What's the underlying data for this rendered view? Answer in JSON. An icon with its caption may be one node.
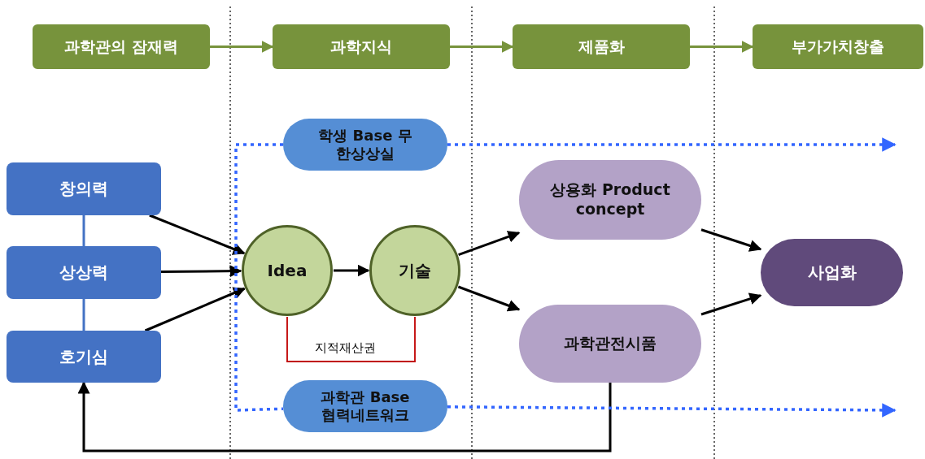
{
  "diagram": {
    "nodes": [
      {
        "text": [
          "과학관의 잠재력"
        ]
      },
      {
        "text": [
          "과학지식"
        ]
      },
      {
        "text": [
          "제품화"
        ]
      },
      {
        "text": [
          "부가가치창출"
        ]
      },
      {
        "text": [
          "학생 Base 무한상상실"
        ]
      },
      {
        "text": [
          "창의력"
        ]
      },
      {
        "text": [
          "상상력"
        ]
      },
      {
        "text": [
          "호기심"
        ]
      },
      {
        "text": [
          "Idea"
        ]
      },
      {
        "text": [
          "기술"
        ]
      },
      {
        "text": [
          "상용화 Product concept"
        ]
      },
      {
        "text": [
          "과학관전시품"
        ]
      },
      {
        "text": [
          "사업화"
        ]
      },
      {
        "text": [
          "과학관 Base 협력네트워크"
        ]
      }
    ],
    "edges": [
      {
        "from": 0,
        "to": 1,
        "arrow": "to",
        "color": "#77933c"
      },
      {
        "from": 1,
        "to": 2,
        "arrow": "to",
        "color": "#77933c"
      },
      {
        "from": 2,
        "to": 3,
        "arrow": "to",
        "color": "#77933c"
      },
      {
        "from": 5,
        "to": 6,
        "arrow": "none",
        "color": "#4472c4"
      },
      {
        "from": 6,
        "to": 7,
        "arrow": "none",
        "color": "#4472c4"
      },
      {
        "from": 5,
        "to": 8,
        "arrow": "to"
      },
      {
        "from": 6,
        "to": 8,
        "arrow": "to"
      },
      {
        "from": 7,
        "to": 8,
        "arrow": "to"
      },
      {
        "from": 8,
        "to": 9,
        "arrow": "to"
      },
      {
        "from": 8,
        "to": 9,
        "arrow": "none",
        "label": "지적재산권",
        "color": "#c00000"
      },
      {
        "from": 9,
        "to": 10,
        "arrow": "to"
      },
      {
        "from": 9,
        "to": 11,
        "arrow": "to"
      },
      {
        "from": 10,
        "to": 12,
        "arrow": "to"
      },
      {
        "from": 11,
        "to": 12,
        "arrow": "to"
      },
      {
        "from": 11,
        "to": 7,
        "arrow": "to"
      },
      {
        "from": 4,
        "to": 13,
        "arrow": "none",
        "style": "dashed",
        "color": "#3366ff"
      },
      {
        "from": 4,
        "to": null,
        "arrow": "to",
        "style": "dashed",
        "color": "#3366ff"
      },
      {
        "from": 13,
        "to": null,
        "arrow": "to",
        "style": "dashed",
        "color": "#3366ff"
      }
    ]
  }
}
